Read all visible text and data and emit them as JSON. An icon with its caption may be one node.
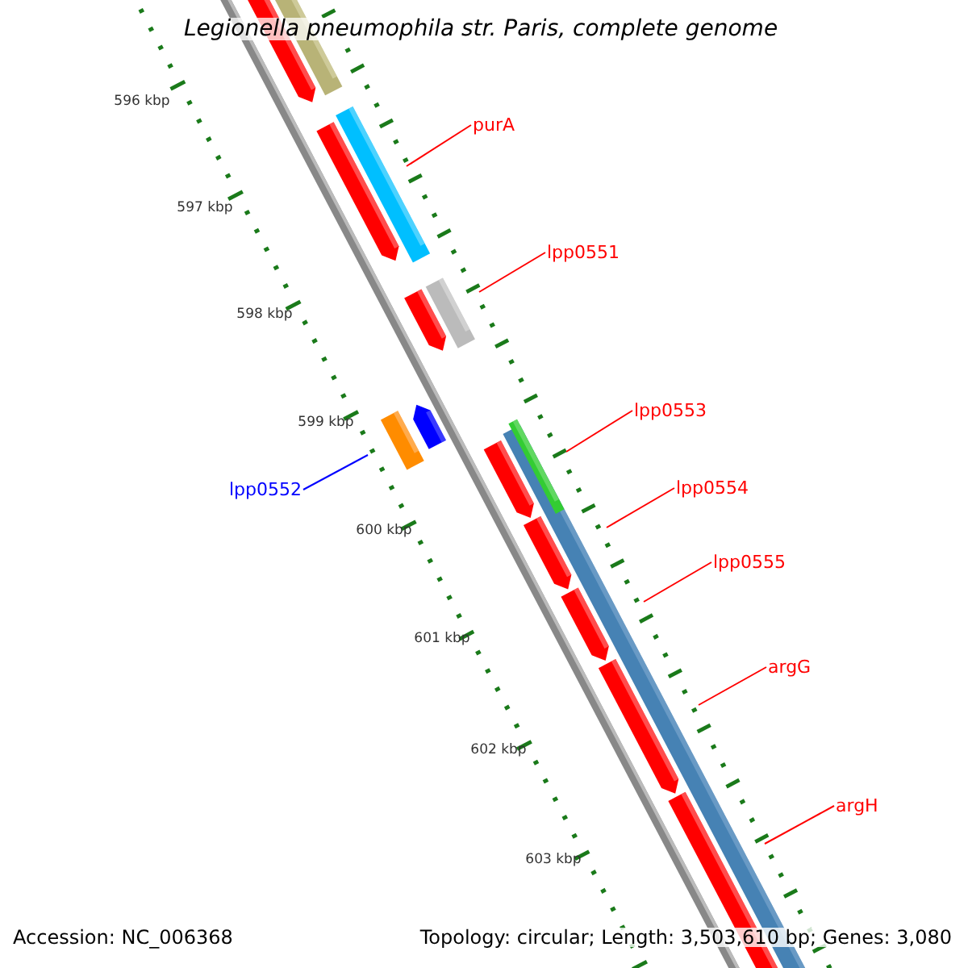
{
  "diagram": {
    "title": "Legionella pneumophila str. Paris, complete genome",
    "nodes": [
      {
        "text": [
          "purA"
        ]
      },
      {
        "text": [
          "lpp0551"
        ]
      },
      {
        "text": [
          "lpp0553"
        ]
      },
      {
        "text": [
          "lpp0552"
        ]
      },
      {
        "text": [
          "lpp0554"
        ]
      },
      {
        "text": [
          "lpp0555"
        ]
      },
      {
        "text": [
          "argG"
        ]
      },
      {
        "text": [
          "argH"
        ]
      }
    ],
    "edges": [
      {
        "from": 0,
        "to": null,
        "arrow": "none"
      },
      {
        "from": 1,
        "to": null,
        "arrow": "none"
      },
      {
        "from": 2,
        "to": null,
        "arrow": "none"
      },
      {
        "from": 3,
        "to": null,
        "arrow": "none",
        "color": "#0000ff"
      },
      {
        "from": 4,
        "to": null,
        "arrow": "none"
      },
      {
        "from": 5,
        "to": null,
        "arrow": "none"
      },
      {
        "from": 6,
        "to": null,
        "arrow": "none"
      },
      {
        "from": 7,
        "to": null,
        "arrow": "none"
      }
    ],
    "labels": [
      "596 kbp",
      "597 kbp",
      "598 kbp",
      "599 kbp",
      "600 kbp",
      "601 kbp",
      "602 kbp",
      "603 kbp",
      "Accession: NC_006368",
      "Topology: circular; Length: 3,503,610 bp; Genes: 3,080"
    ]
  }
}
